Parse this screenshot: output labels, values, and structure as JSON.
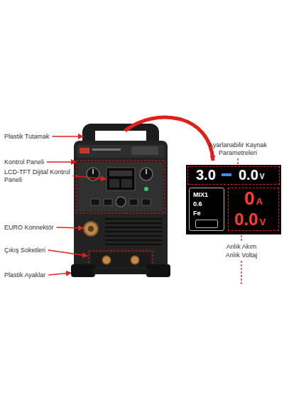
{
  "diagram": {
    "nodes": [
      {
        "text": [
          "3.0",
          "0.0",
          "V"
        ]
      },
      {
        "text": [
          "MIX1",
          "0.6",
          "Fe"
        ],
        "in": 0
      },
      {
        "text": [
          "0",
          "A",
          "0.0",
          "V"
        ],
        "in": 0
      }
    ],
    "labels": [
      "Plastik Tutamak",
      "Kontrol Paneli",
      "LCD-TFT Dijital Kontrol Paneli",
      "EURO Konnektör",
      "Çıkış Soketleri",
      "Plastik Ayaklar",
      "Ayarlanabilir Kaynak Parametreleri",
      "Anlık Akım",
      "Anlık Voltaj"
    ]
  }
}
